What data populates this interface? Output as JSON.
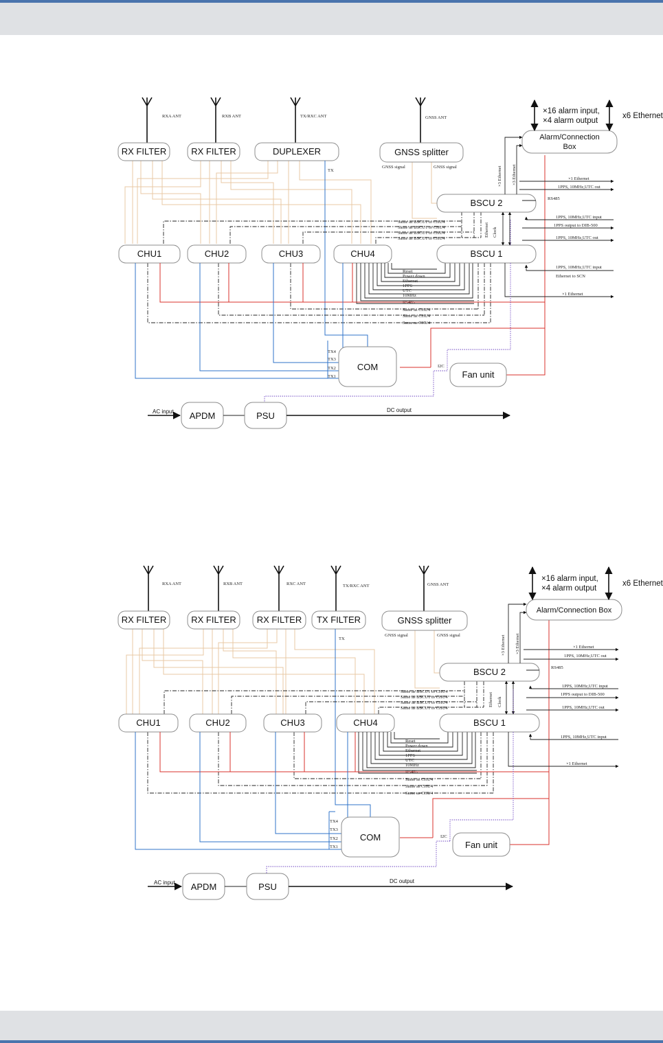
{
  "diagrams": [
    {
      "antennas": [
        "RXA ANT",
        "RXB ANT",
        "TX/RXC ANT",
        "GNSS ANT"
      ],
      "filters": [
        "RX FILTER",
        "RX FILTER",
        "DUPLEXER"
      ],
      "gnss": {
        "label": "GNSS splitter",
        "signal_left": "GNSS signal",
        "signal_right": "GNSS signal"
      },
      "chus": [
        "CHU1",
        "CHU2",
        "CHU3",
        "CHU4"
      ],
      "bscu2": "BSCU 2",
      "bscu1": "BSCU 1",
      "alarm_box": [
        "Alarm/Connection",
        "Box"
      ],
      "alarm_io": [
        "×16 alarm input,",
        "×4 alarm output"
      ],
      "ethernet_top": "x6 Ethernet",
      "com": "COM",
      "fan": "Fan unit",
      "apdm": "APDM",
      "psu": "PSU",
      "ac_input": "AC input",
      "dc_output": "DC output",
      "tx_label": "TX",
      "tx_ports": [
        "TX4",
        "TX3",
        "TX2",
        "TX1"
      ],
      "i2c": "I2C",
      "rs485": "RS485",
      "vert_eth_a": "×3 Ethernet",
      "vert_eth_b": "×3 Ethernet",
      "vert_ethernet": "Ethernet",
      "vert_clock": "Clock",
      "same_bscu": [
        "Same as BSCU1 to CHU4",
        "Same as BSCU1 to CHU4",
        "Same as BSCU1 to CHU4",
        "Same as BSCU1 to CHU4"
      ],
      "signals": [
        "Reset",
        "Power down",
        "Ethernet",
        "1PPS",
        "UTC",
        "10MHz",
        "RS485"
      ],
      "same_chu": [
        "Same as CHU4",
        "Same as CHU4",
        "Same as CHU4"
      ],
      "right_io": [
        "×1 Ethernet",
        "1PPS, 10MHz,UTC out",
        "RS485",
        "1PPS, 10MHz,UTC input",
        "1PPS output to DIB-500",
        "1PPS, 10MHz,UTC out",
        "1PPS, 10MHz,UTC input",
        "Ethernet to SCN",
        "×1 Ethernet"
      ]
    },
    {
      "antennas": [
        "RXA ANT",
        "RXB ANT",
        "RXC ANT",
        "TX/RXC ANT",
        "GNSS ANT"
      ],
      "filters": [
        "RX FILTER",
        "RX FILTER",
        "RX FILTER",
        "TX FILTER"
      ],
      "gnss": {
        "label": "GNSS splitter",
        "signal_left": "GNSS signal",
        "signal_right": "GNSS signal"
      },
      "chus": [
        "CHU1",
        "CHU2",
        "CHU3",
        "CHU4"
      ],
      "bscu2": "BSCU 2",
      "bscu1": "BSCU 1",
      "alarm_box": [
        "Alarm/Connection Box"
      ],
      "alarm_io": [
        "×16 alarm input,",
        "×4 alarm output"
      ],
      "ethernet_top": "x6 Ethernet",
      "com": "COM",
      "fan": "Fan unit",
      "apdm": "APDM",
      "psu": "PSU",
      "ac_input": "AC input",
      "dc_output": "DC output",
      "tx_label": "TX",
      "tx_ports": [
        "TX4",
        "TX3",
        "TX2",
        "TX1"
      ],
      "i2c": "I2C",
      "rs485": "RS485",
      "vert_eth_a": "×3 Ethernet",
      "vert_eth_b": "×3 Ethernet",
      "vert_ethernet": "Ethernet",
      "vert_clock": "Clock",
      "same_bscu": [
        "Same as BSCU1 to CHU4",
        "Same as BSCU1 to CHU4",
        "Same as BSCU1 to CHU4",
        "Same as BSCU1 to CHU4"
      ],
      "signals": [
        "Reset",
        "Power down",
        "Ethernet",
        "1PPS",
        "UTC",
        "10MHz",
        "RS485"
      ],
      "same_chu": [
        "Same as CHU4",
        "Same as CHU4",
        "Same as CHU4"
      ],
      "right_io": [
        "×1 Ethernet",
        "1PPS, 10MHz,UTC out",
        "RS485",
        "1PPS, 10MHz,UTC input",
        "1PPS output to DIB-500",
        "1PPS, 10MHz,UTC out",
        "1PPS, 10MHz,UTC input",
        "×1 Ethernet"
      ]
    }
  ],
  "colors": {
    "band": "#dfe1e4",
    "band_line": "#4a74ad",
    "tan": "#e8c9a4",
    "red": "#d9302b",
    "blue": "#2f73c9",
    "purple": "#6e46c2"
  }
}
